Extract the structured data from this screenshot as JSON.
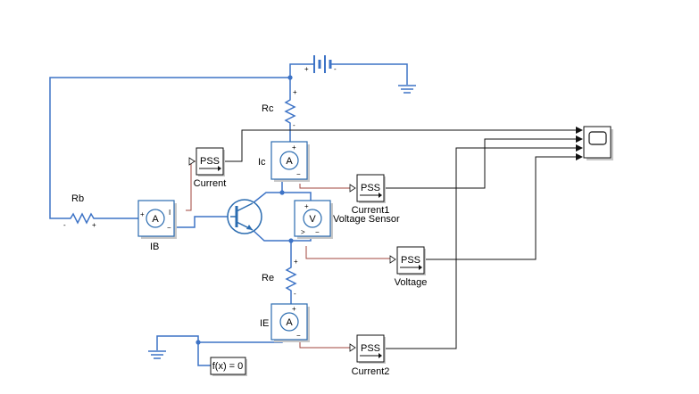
{
  "blocks": {
    "rc": "Rc",
    "rb": "Rb",
    "re": "Re",
    "ic": "Ic",
    "ib": "IB",
    "ie": "IE",
    "pss_current": "Current",
    "pss_current1": "Current1",
    "pss_current2": "Current2",
    "pss_voltage": "Voltage",
    "voltage_sensor": "Voltage Sensor",
    "solver": "f(x) = 0",
    "pss_text": "PSS",
    "ammeter_glyph": "A",
    "voltmeter_glyph": "V"
  },
  "port_marks": {
    "plus": "+",
    "minus": "-",
    "minus_long": "−",
    "current_port": "I",
    "gt": ">"
  },
  "colors": {
    "physical_wire": "#3d73c6",
    "signal_line": "#111111",
    "ps_signal": "#a0463c",
    "block_border": "#2b6cb0"
  },
  "icons": {
    "battery": "battery-icon",
    "ground": "ground-icon",
    "transistor": "npn-transistor-icon",
    "scope": "scope-icon"
  }
}
